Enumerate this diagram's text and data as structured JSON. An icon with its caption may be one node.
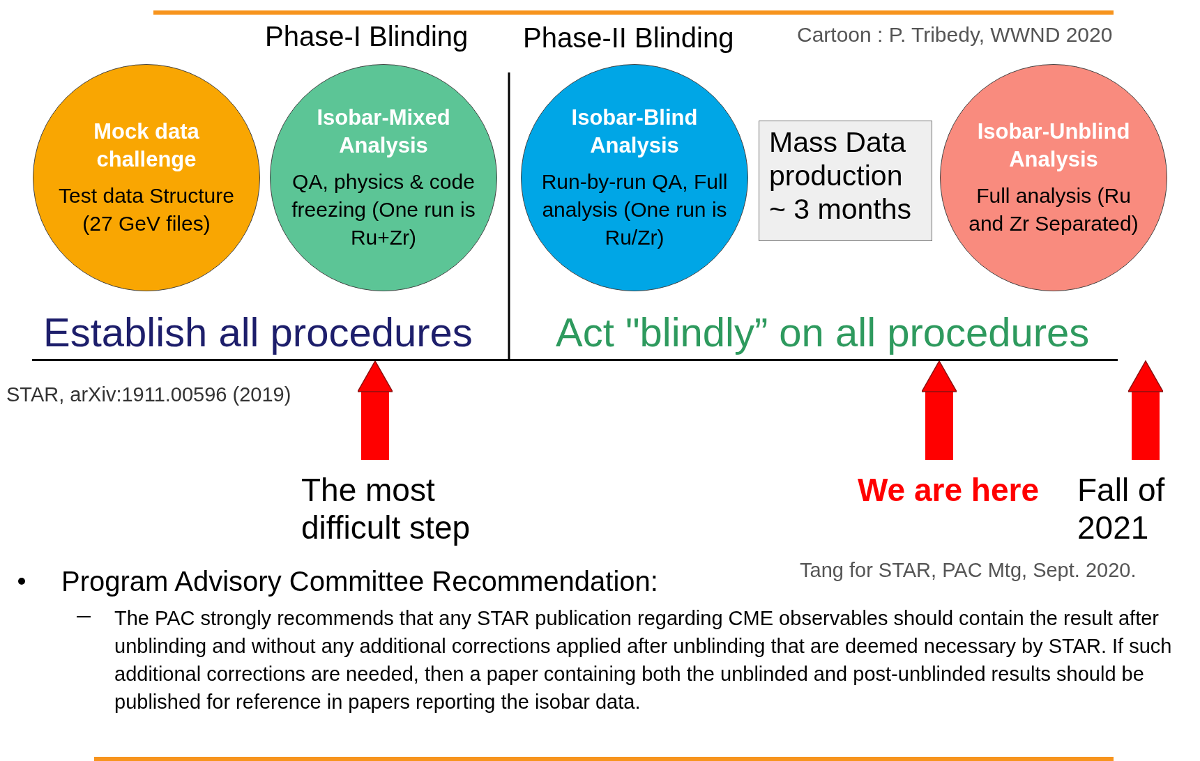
{
  "diagram": {
    "nodes": [
      {
        "text": [
          "Mock data challenge",
          "Test data Structure (27 GeV files)"
        ]
      },
      {
        "text": [
          "Isobar-Mixed Analysis",
          "QA, physics & code freezing (One run is Ru+Zr)"
        ]
      },
      {
        "text": [
          "Isobar-Blind Analysis",
          "Run-by-run QA, Full analysis (One run is Ru/Zr)"
        ]
      },
      {
        "text": [
          "Mass Data production ~ 3 months"
        ]
      },
      {
        "text": [
          "Isobar-Unblind Analysis",
          "Full analysis (Ru and Zr Separated)"
        ]
      },
      {
        "text": [
          "The most difficult step"
        ]
      },
      {
        "text": [
          "We are here"
        ]
      },
      {
        "text": [
          "Fall of 2021"
        ]
      },
      {
        "text": [],
        "shape": "line"
      }
    ],
    "edges": [
      {
        "from": 5,
        "to": 8,
        "arrow": "to"
      },
      {
        "from": 6,
        "to": 8,
        "arrow": "to"
      },
      {
        "from": 7,
        "to": 8,
        "arrow": "to"
      }
    ],
    "labels": [
      "Phase-I Blinding",
      "Phase-II Blinding",
      "Cartoon : P. Tribedy, WWND 2020",
      "Establish all procedures",
      "Act \"blindly” on all procedures",
      "STAR, arXiv:1911.00596 (2019)",
      "Tang for STAR, PAC Mtg, Sept. 2020.",
      "Program Advisory Committee Recommendation:",
      "The PAC strongly recommends that any STAR publication regarding CME observables should contain the result after unblinding and without any additional corrections applied after unblinding that are deemed necessary by STAR. If such additional corrections are needed, then a paper containing both the unblinded and post-unblinded results should be published for reference in papers reporting the isobar data."
    ]
  }
}
